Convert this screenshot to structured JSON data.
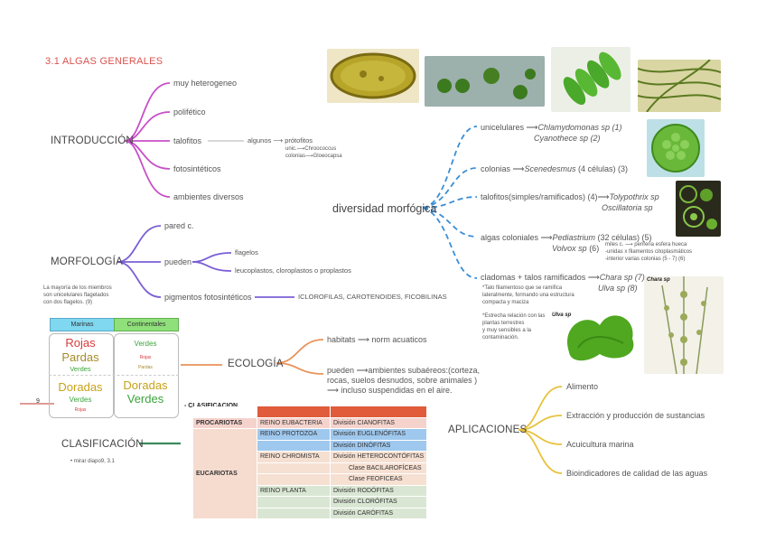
{
  "title": "3.1 ALGAS GENERALES",
  "intro": {
    "label": "INTRODUCCIÓN",
    "items": [
      "muy heterogeneo",
      "polifético",
      "talofitos",
      "fotosintéticos",
      "ambientes diversos"
    ],
    "talofitos_detail": "algunos ⟶ prótofitos",
    "unic": "unic.⟶Chroococcus",
    "colonias": "colonias⟶Gloeocapsa"
  },
  "morfologia": {
    "label": "MORFOLOGÍA",
    "pared": "pared c.",
    "pueden": "pueden",
    "flagelos": "flagelos",
    "plastos": "leucoplastos, cloroplastos o proplastos",
    "pigmentos": "pigmentos fotosintéticos",
    "pigmentos_detail": "ICLOROFILAS, CAROTENOIDES, FICOBILINAS",
    "note1": "La mayoría de los miembros",
    "note2": "son unicelulares flagelados",
    "note3": "con dos flagelos. (9)"
  },
  "ecologia": {
    "label": "ECOLOGÍA",
    "habitats": "habitats ⟶ norm acuaticos",
    "pueden1": "pueden ⟶ambientes subaéreos:(corteza,",
    "pueden2": "rocas, suelos desnudos, sobre animales )",
    "pueden3": "⟶ incluso suspendidas en el aire.",
    "marinas": "Marinas",
    "continentales": "Continentales",
    "rojas": "Rojas",
    "pardas": "Pardas",
    "verdes_small": "Verdes",
    "doradas": "Doradas",
    "verdes_m": "Verdes",
    "rojas_tiny": "Rojas",
    "verdes_c": "Verdes",
    "rojas_c": "Rojas",
    "pardas_c": "Pardas",
    "doradas_c": "Doradas",
    "verdes_c_big": "Verdes",
    "nine": "9"
  },
  "clasificacion": {
    "label": "CLASIFICACIÓN",
    "note": "mirar diapo9, 3.1",
    "table_title": "CLASIFICACION",
    "procariotas": "PROCARIOTAS",
    "eucariotas": "EUCARIOTAS",
    "rows": [
      {
        "reino": "REINO EUBACTERIA",
        "division": "División CIANOFITAS",
        "color": "#f5d3cc"
      },
      {
        "reino": "REINO PROTOZOA",
        "division": "División EUGLENÓFITAS",
        "color": "#9fc8ee"
      },
      {
        "reino": "",
        "division": "División DINÓFITAS",
        "color": "#9fc8ee"
      },
      {
        "reino": "REINO CHROMISTA",
        "division": "División HETEROCONTÓFITAS",
        "color": "#f6e0d2"
      },
      {
        "reino": "",
        "division": "      Clase  BACILAROFÍCEAS",
        "color": "#f6e0d2"
      },
      {
        "reino": "",
        "division": "      Clase  FEOFICEAS",
        "color": "#f6e0d2"
      },
      {
        "reino": "REINO PLANTA",
        "division": "División RODÓFITAS",
        "color": "#d9e6d3"
      },
      {
        "reino": "",
        "division": "División CLORÓFITAS",
        "color": "#d9e6d3"
      },
      {
        "reino": "",
        "division": "División CARÓFITAS",
        "color": "#d9e6d3"
      }
    ]
  },
  "diversidad": {
    "label": "diversidad morfógica",
    "b1": "unicelulares ⟶",
    "b1a": "Chlamydomonas sp (1)",
    "b1b": "Cyanothece sp (2)",
    "b2": "colonias ⟶",
    "b2a": "Scenedesmus",
    "b2b": " (4 células) (3)",
    "b3": "talofitos(simples/ramificados) (4)⟶",
    "b3a": "Tolypothrix sp",
    "b3b": "Oscillatoria sp",
    "b4": "algas coloniales ⟶",
    "b4a": "Pediastrium",
    "b4b": " (32 células) (5)",
    "b4c": "Volvox sp",
    "b4d": "  (6)",
    "b4n1": "miles c. ⟶ periferia esfera hueca",
    "b4n2": "-unidas x filamentos citoplasmáticos",
    "b4n3": "-interior varias colonias (5 - 7) (6)",
    "b5": "cladomas + talos ramificados ⟶",
    "b5a": "Chara sp (7)",
    "b5b": "Ulva sp (8)",
    "n1": "*Talo filamentoso que se ramifica",
    "n2": "lateralmente, formando una estructura",
    "n3": "compacta y maciza",
    "n4": "*Estrecha relación con las",
    "n5": "plantas terrestres",
    "n6": "y muy sensibles a la",
    "n7": "contaminación.",
    "ulva": "Ulva sp",
    "chara": "Chara sp"
  },
  "aplicaciones": {
    "label": "APLICACIONES",
    "items": [
      "Alimento",
      "Extracción y producción de sustancias",
      "Acuicultura marina",
      "Bioindicadores de calidad de las aguas"
    ]
  },
  "colors": {
    "title": "#d9534f",
    "intro": "#c84fc8",
    "morfologia": "#7b5fd6",
    "ecologia": "#e8935a",
    "clasificacion": "#3a8a5a",
    "diversidad": "#3b8ed6",
    "aplicaciones": "#e8c23c"
  }
}
